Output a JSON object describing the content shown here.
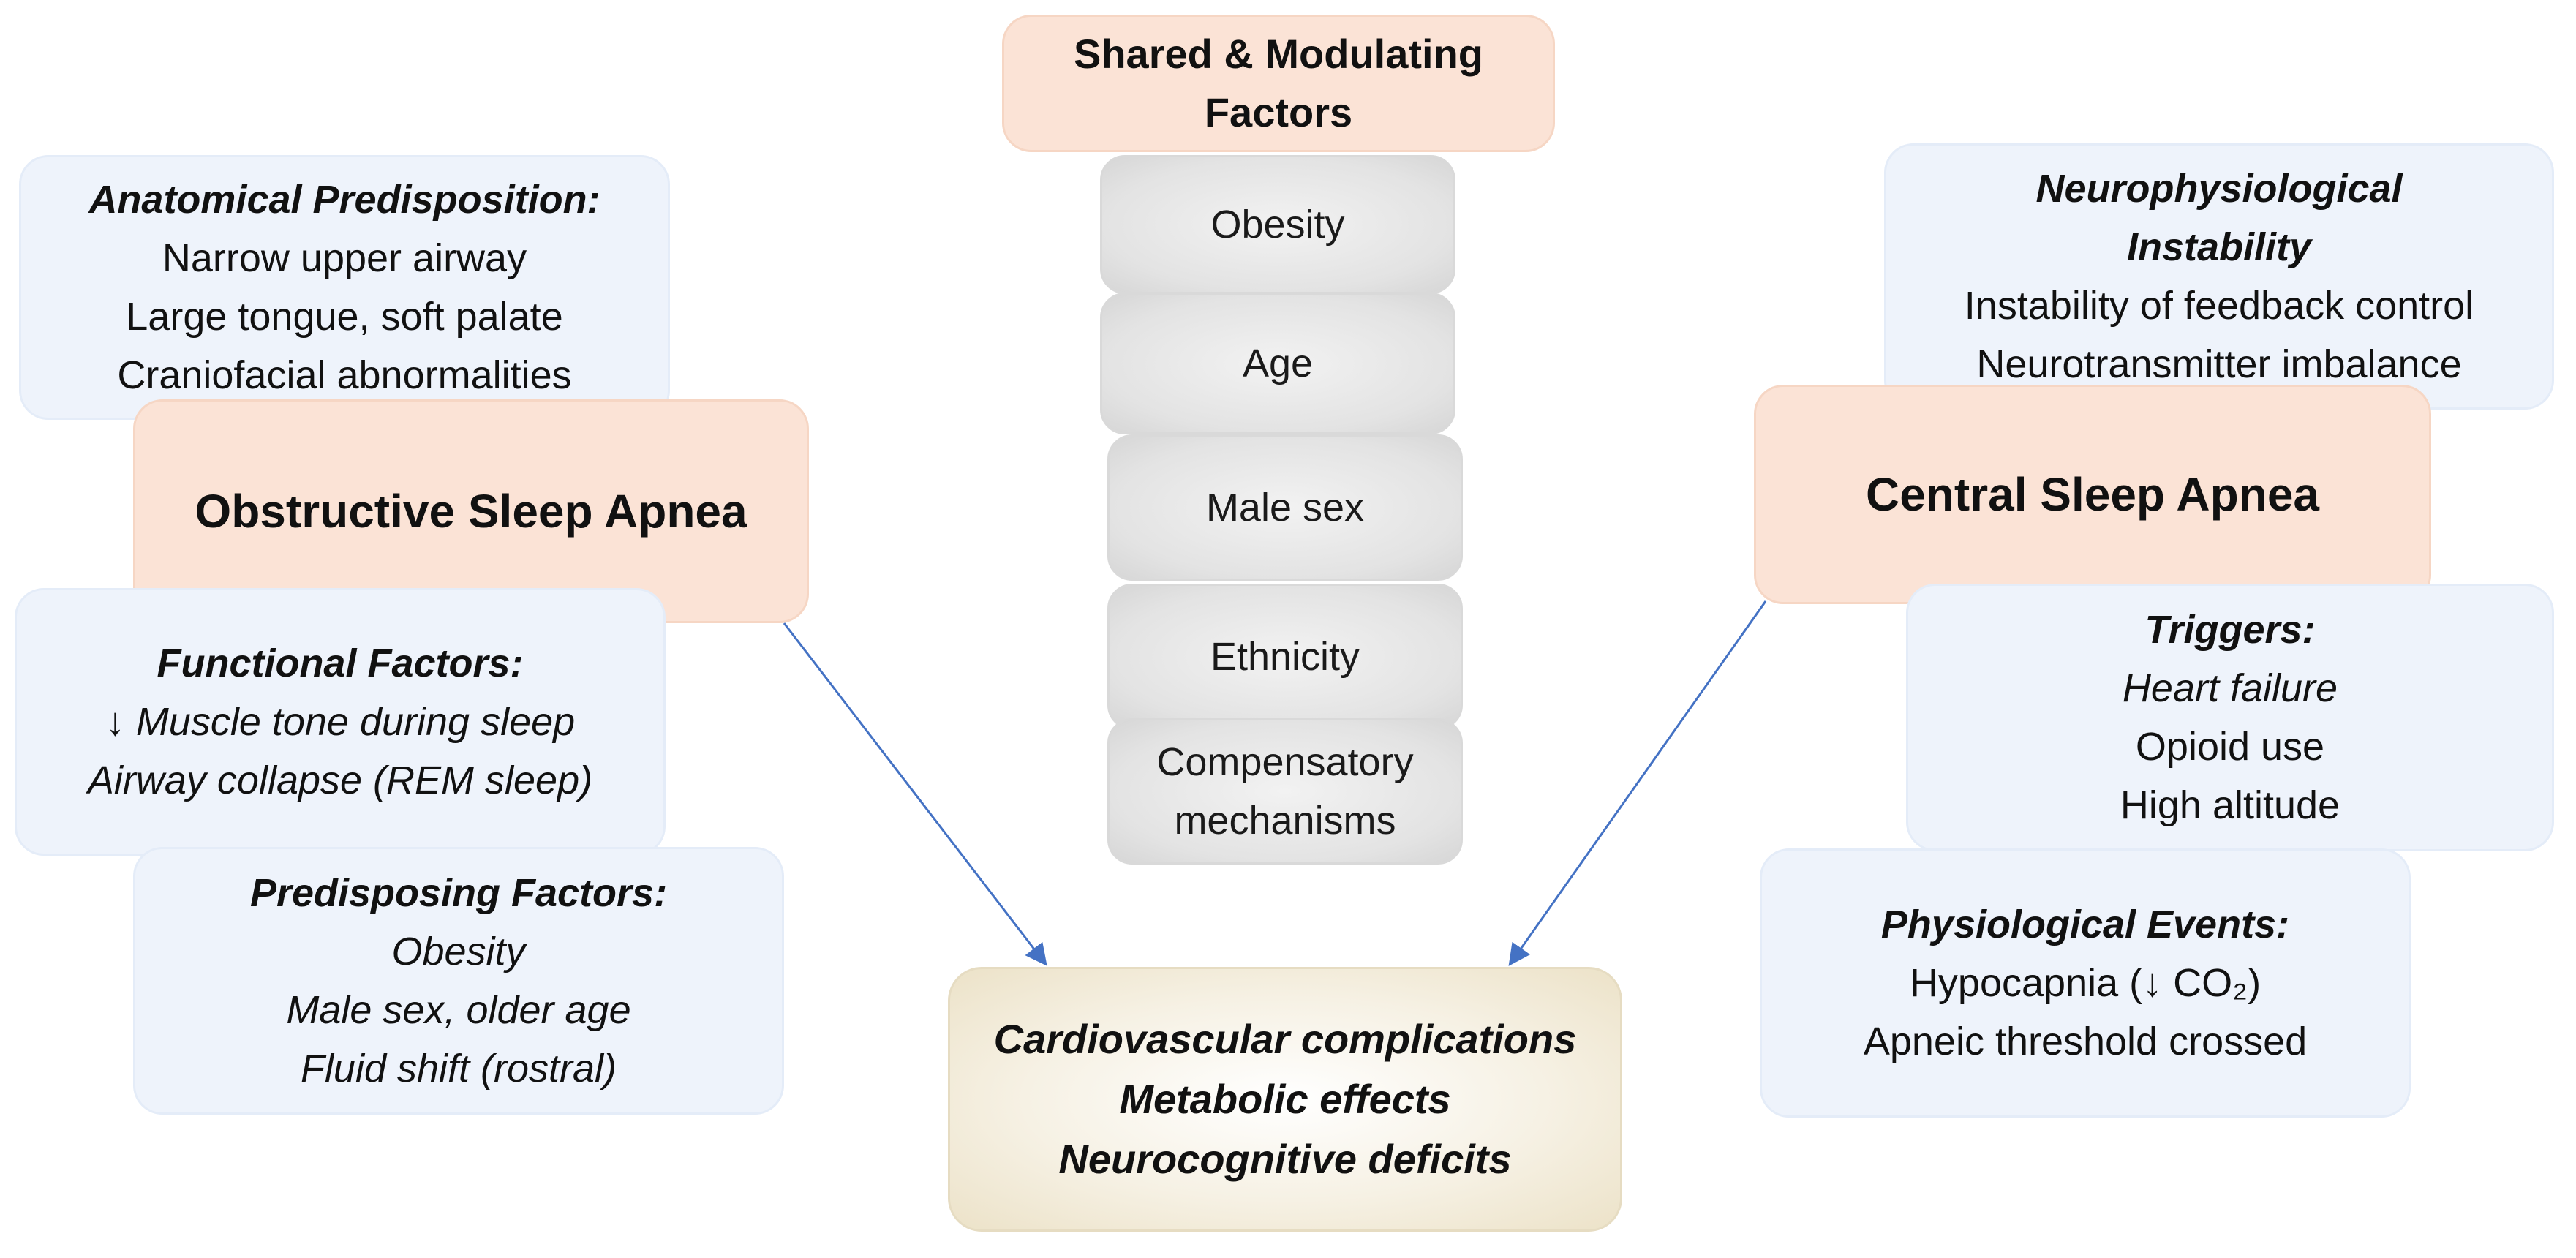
{
  "shared_header": [
    "Shared & Modulating",
    "Factors"
  ],
  "shared_factors": [
    [
      "Obesity"
    ],
    [
      "Age"
    ],
    [
      "Male sex"
    ],
    [
      "Ethnicity"
    ],
    [
      "Compensatory",
      "mechanisms"
    ]
  ],
  "osa": {
    "title": "Obstructive Sleep Apnea",
    "anatomical": {
      "heading": "Anatomical Predisposition:",
      "items": [
        "Narrow upper airway",
        "Large tongue, soft palate",
        "Craniofacial abnormalities"
      ]
    },
    "functional": {
      "heading": "Functional Factors:",
      "items": [
        "↓ Muscle tone during sleep",
        "Airway collapse (REM sleep)"
      ]
    },
    "predisposing": {
      "heading": "Predisposing Factors:",
      "items": [
        "Obesity",
        "Male sex, older age",
        "Fluid shift (rostral)"
      ]
    }
  },
  "csa": {
    "title": "Central Sleep Apnea",
    "neuro": {
      "heading_lines": [
        "Neurophysiological",
        "Instability"
      ],
      "items": [
        "Instability of feedback control",
        "Neurotransmitter imbalance"
      ]
    },
    "triggers": {
      "heading": "Triggers:",
      "items": [
        "Heart failure",
        "Opioid use",
        "High altitude"
      ]
    },
    "events": {
      "heading": "Physiological Events:",
      "items": [
        "Hypocapnia (↓ CO₂)",
        "Apneic threshold crossed"
      ]
    }
  },
  "outcomes": [
    "Cardiovascular complications",
    "Metabolic effects",
    "Neurocognitive deficits"
  ],
  "colors": {
    "arrow": "#4472c4",
    "peach": "#fbe3d6",
    "light_blue": "#eef3fb",
    "gray": "#e3e3e3",
    "cream": "#f6f1e4"
  }
}
